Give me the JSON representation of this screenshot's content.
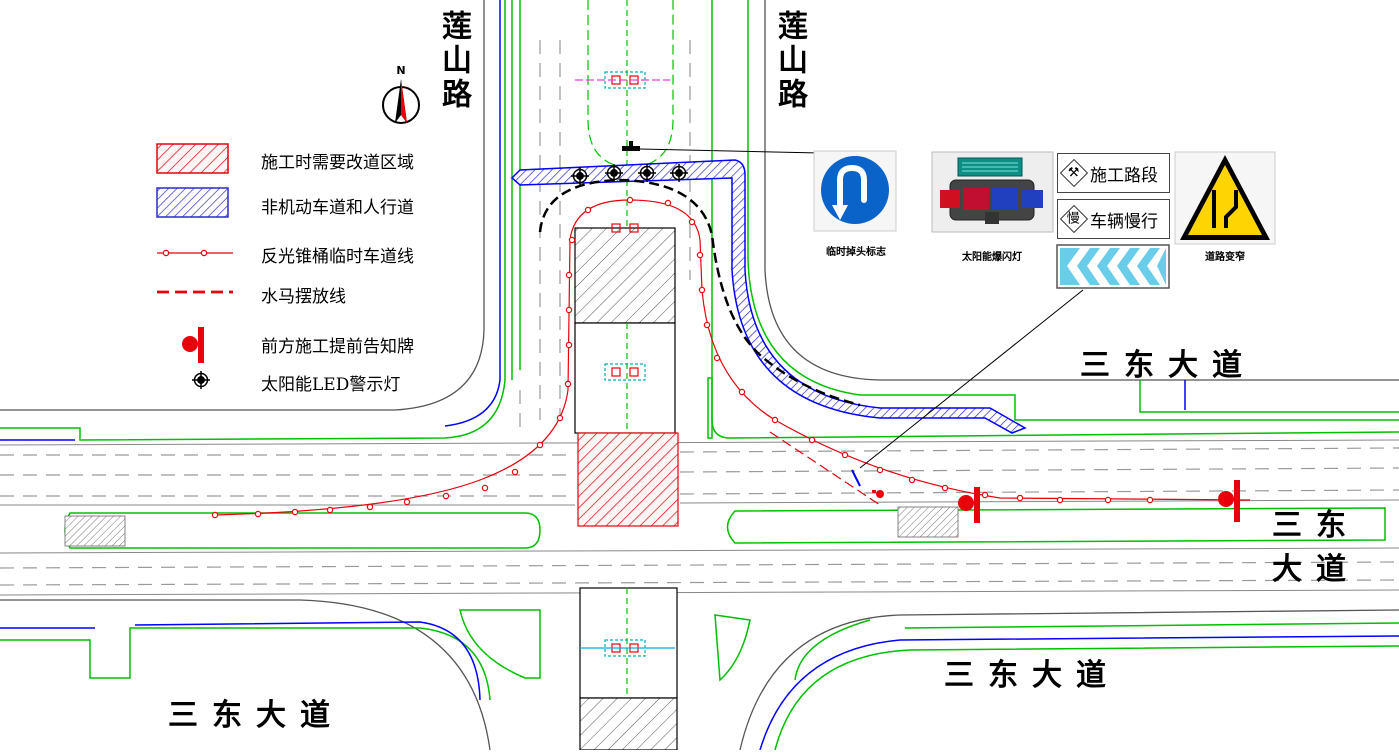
{
  "roads": {
    "north_left": "莲山路",
    "north_right": "莲山路",
    "east_upper": "三东大道",
    "east_lower": "三东大道",
    "south_right": "三东大道",
    "south_left": "三东大道"
  },
  "compass": {
    "label": "N"
  },
  "legend": [
    {
      "key": "construction-zone",
      "label": "施工时需要改道区域"
    },
    {
      "key": "non-motor-sidewalk",
      "label": "非机动车道和人行道"
    },
    {
      "key": "cone-line",
      "label": "反光锥桶临时车道线"
    },
    {
      "key": "barrier-line",
      "label": "水马摆放线"
    },
    {
      "key": "warning-sign",
      "label": "前方施工提前告知牌"
    },
    {
      "key": "led-light",
      "label": "太阳能LED警示灯"
    }
  ],
  "signs": {
    "uturn_caption": "临时掉头标志",
    "solar_caption": "太阳能爆闪灯",
    "construction_text": "施工路段",
    "slow_glyph": "慢",
    "slow_text": "车辆慢行",
    "narrow_caption": "道路变窄"
  },
  "colors": {
    "road_edge": "#000000",
    "green_line": "#00c000",
    "blue_line": "#0000ff",
    "construction_red": "#e8000b",
    "hatch_blue": "#2a2ad0",
    "lane_dash": "#9a9a9a",
    "uturn_sign_blue": "#0a63c9",
    "narrow_sign_yellow": "#ffd400",
    "chevron_cyan": "#69cde9"
  }
}
